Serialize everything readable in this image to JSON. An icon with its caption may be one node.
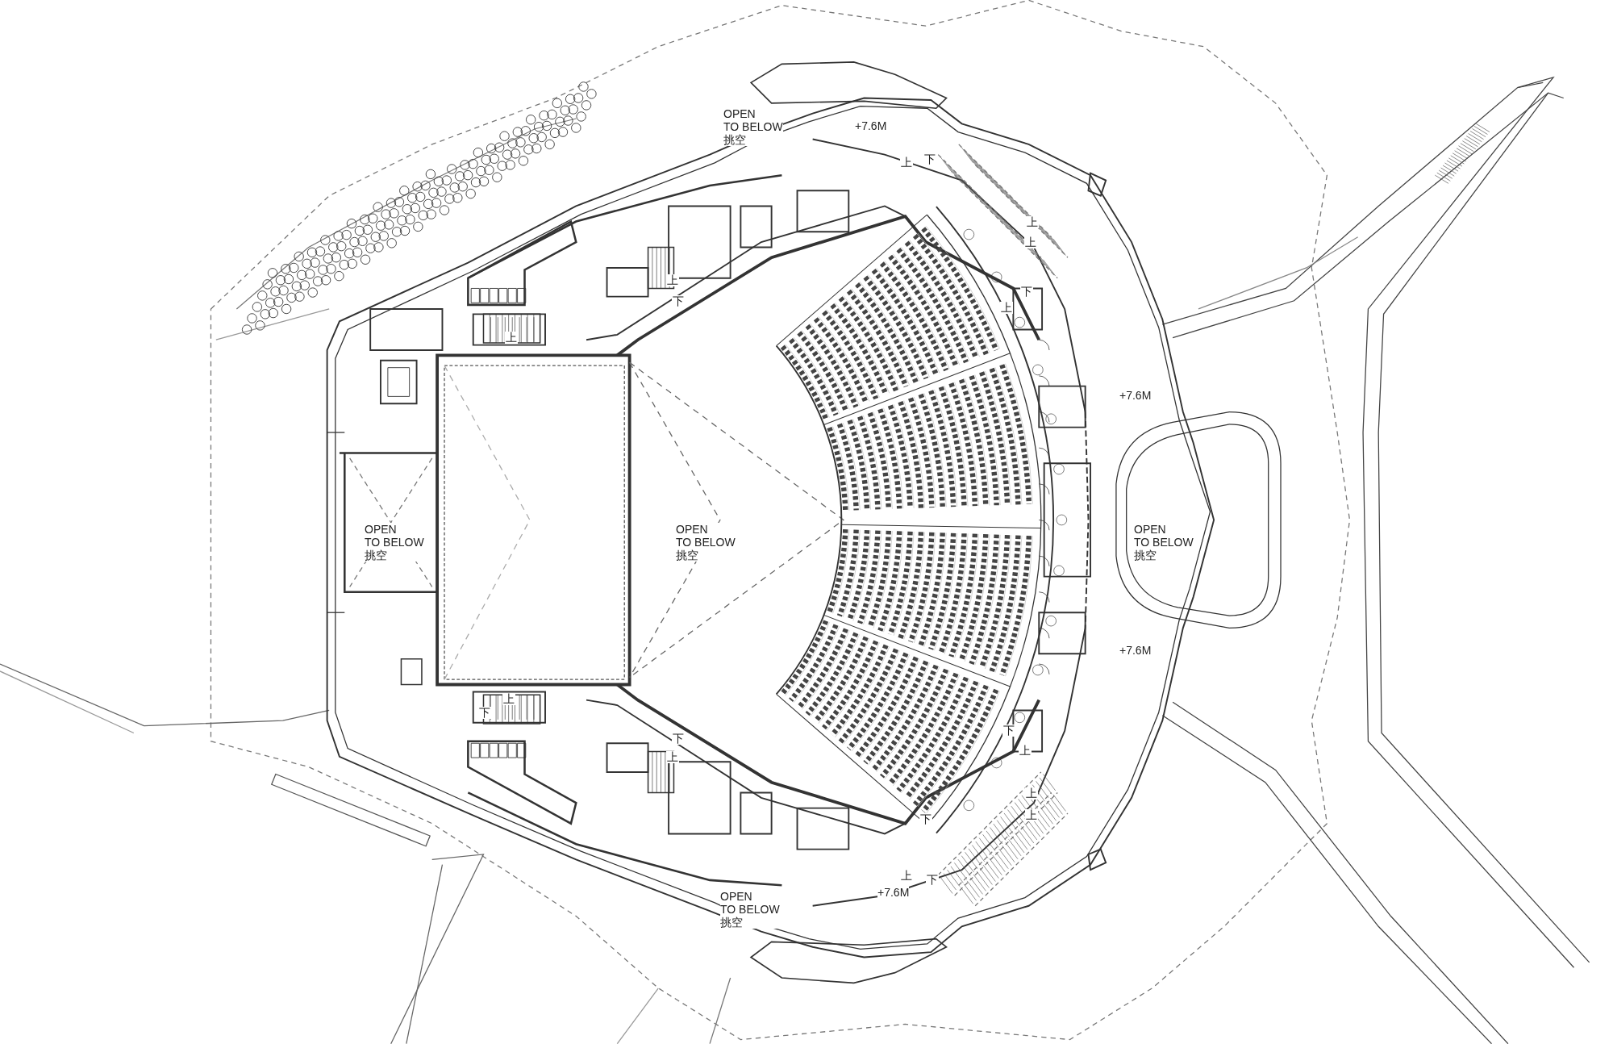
{
  "diagram": {
    "labels": [
      "OPEN TO BELOW 挑空",
      "+7.6M",
      "下",
      "上",
      "上",
      "上",
      "上",
      "下",
      "下",
      "上",
      "上",
      "+7.6M",
      "OPEN TO BELOW 挑空",
      "OPEN TO BELOW 挑空",
      "OPEN TO BELOW 挑空",
      "+7.6M",
      "上",
      "下",
      "下",
      "下",
      "上",
      "上",
      "上",
      "上",
      "下",
      "上",
      "下",
      "OPEN TO BELOW 挑空",
      "+7.6M"
    ]
  }
}
